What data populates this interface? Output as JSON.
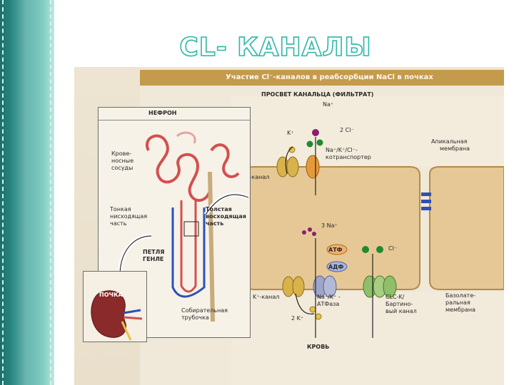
{
  "slide": {
    "title": "CL- КАНАЛЫ"
  },
  "figure": {
    "header": "Участие Cl⁻-каналов в реабсорбции NaCl в почках",
    "lumen_label": "ПРОСВЕТ КАНАЛЬЦА (ФИЛЬТРАТ)",
    "blood_label": "КРОВЬ",
    "apical_membrane": [
      "Апикальная",
      "мембрана"
    ],
    "basolateral_membrane": [
      "Базолате-",
      "ральная",
      "мембрана"
    ],
    "ions": {
      "na": "Na⁺",
      "k": "K⁺",
      "two_cl": "2 Cl⁻",
      "three_na": "3 Na⁺",
      "cl": "Cl⁻",
      "two_k": "2 K⁺"
    },
    "transporters": {
      "cotransporter": [
        "Na⁺/K⁺/Cl⁻-",
        "котранспортер"
      ],
      "k_channel_apical": "K⁺-канал",
      "k_channel_basal": "K⁺-канал",
      "atpase": [
        "Na⁺/K⁺ -",
        "АТФаза"
      ],
      "clc_k": [
        "CLC-K/",
        "Бартино-",
        "вый канал"
      ],
      "atp": "АТФ",
      "adp": "АДФ"
    },
    "nephron": {
      "title": "НЕФРОН",
      "vessels": [
        "Крове-",
        "носные",
        "сосуды"
      ],
      "thin_descending": [
        "Тонкая",
        "нисходящая",
        "часть"
      ],
      "thick_ascending": [
        "Толстая",
        "восходящая",
        "часть"
      ],
      "loop": [
        "ПЕТЛЯ",
        "ГЕНЛЕ"
      ],
      "collecting_duct": [
        "Собирательная",
        "трубочка"
      ],
      "kidney": "ПОЧКА"
    },
    "colors": {
      "header": "#c49a4c",
      "na_ion": "#8a1f6e",
      "cl_ion": "#1f8a2e",
      "k_ion": "#e7c24a",
      "vessel_red": "#d2504e",
      "vessel_blue": "#2d4fb8"
    }
  }
}
